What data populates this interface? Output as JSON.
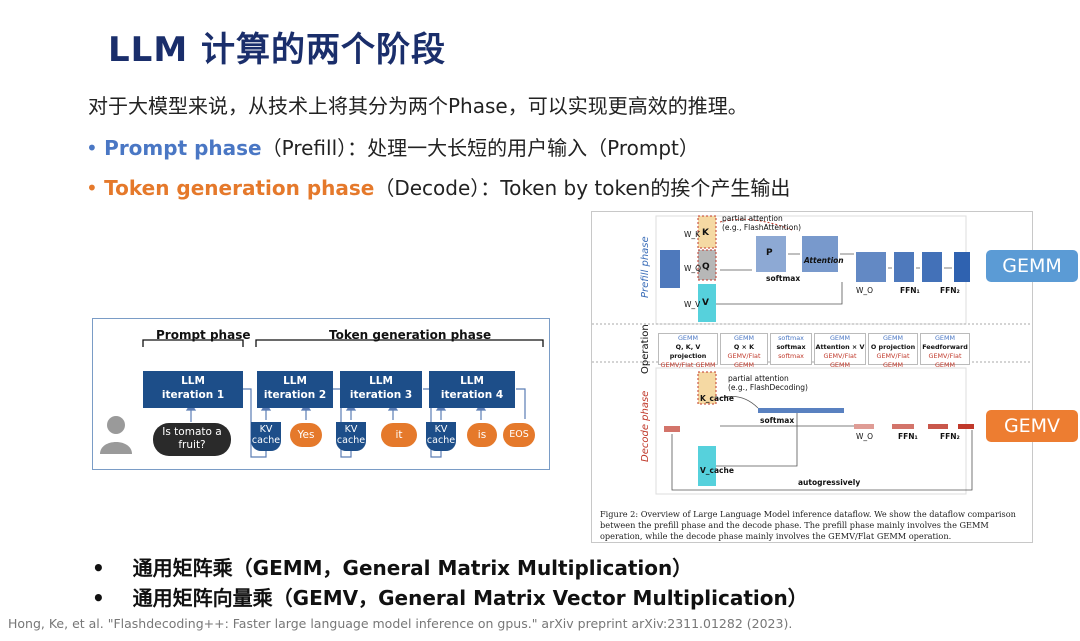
{
  "slide": {
    "title": "LLM 计算的两个阶段",
    "intro": "对于大模型来说，从技术上将其分为两个Phase，可以实现更高效的推理。",
    "bullets": [
      {
        "marker": "•",
        "highlight": "Prompt phase",
        "rest": "（Prefill）：处理一大长短的用户输入（Prompt）",
        "color": "#4a77c4"
      },
      {
        "marker": "•",
        "highlight": "Token generation phase",
        "rest": "（Decode）：Token by token的挨个产生输出",
        "color": "#e5792b"
      }
    ],
    "definitions": [
      {
        "marker": "•",
        "text": "通用矩阵乘（GEMM，General Matrix Multiplication）"
      },
      {
        "marker": "•",
        "text": "通用矩阵向量乘（GEMV，General Matrix Vector Multiplication）"
      }
    ],
    "footer": "Hong, Ke, et al. \"Flashdecoding++: Faster large language model inference on gpus.\" arXiv preprint arXiv:2311.01282 (2023).",
    "colors": {
      "title": "#1a2e6b",
      "blue": "#4a77c4",
      "orange": "#e5792b",
      "navy_box": "#1d4e89"
    }
  },
  "left_diagram": {
    "prompt_phase_label": "Prompt phase",
    "token_phase_label": "Token generation phase",
    "iterations": [
      "LLM iteration 1",
      "LLM iteration 2",
      "LLM iteration 3",
      "LLM iteration 4"
    ],
    "iteration_lines": [
      [
        "LLM",
        "iteration 1"
      ],
      [
        "LLM",
        "iteration 2"
      ],
      [
        "LLM",
        "iteration 3"
      ],
      [
        "LLM",
        "iteration 4"
      ]
    ],
    "kv_cache": [
      "KV",
      "cache"
    ],
    "tokens": [
      "Yes",
      "it",
      "is",
      "EOS"
    ],
    "input_lines": [
      "Is tomato a",
      "fruit?"
    ],
    "user_icon": "user-icon"
  },
  "right_figure": {
    "prefill_label": "Prefill phase",
    "operation_label": "Operation",
    "decode_label": "Decode phase",
    "prefill": {
      "partial_attention": [
        "partial attention",
        "(e.g., FlashAttention)"
      ],
      "k": "K",
      "q": "Q",
      "v": "V",
      "p": "P",
      "attention": "Attention",
      "softmax": "softmax",
      "wk": "W_K",
      "wq": "W_Q",
      "wv": "W_V",
      "wo": "W_O",
      "ffn1": "FFN₁",
      "ffn2": "FFN₂"
    },
    "operations": [
      {
        "num": "①",
        "top": "GEMM",
        "mid": "Q, K, V projection",
        "bot": "GEMV/Flat GEMM"
      },
      {
        "num": "②",
        "top": "GEMM",
        "mid": "Q × K",
        "bot": "GEMV/Flat GEMM"
      },
      {
        "num": "③",
        "top": "softmax",
        "mid": "softmax",
        "bot": "softmax"
      },
      {
        "num": "④",
        "top": "GEMM",
        "mid": "Attention × V",
        "bot": "GEMV/Flat GEMM"
      },
      {
        "num": "⑤",
        "top": "GEMM",
        "mid": "O projection",
        "bot": "GEMV/Flat GEMM"
      },
      {
        "num": "⑥",
        "top": "GEMM",
        "mid": "Feedforward",
        "bot": "GEMV/Flat GEMM"
      }
    ],
    "decode": {
      "partial_attention": [
        "partial attention",
        "(e.g., FlashDecoding)"
      ],
      "kcache": "K_cache",
      "vcache": "V_cache",
      "softmax": "softmax",
      "wo": "W_O",
      "ffn1": "FFN₁",
      "ffn2": "FFN₂",
      "autoreg": "autogressively"
    },
    "caption": "Figure 2: Overview of Large Language Model inference dataflow. We show the dataflow comparison between the prefill phase and the decode phase. The prefill phase mainly involves the GEMM operation, while the decode phase mainly involves the GEMV/Flat GEMM operation.",
    "gemm_label": "GEMM",
    "gemv_label": "GEMV"
  }
}
